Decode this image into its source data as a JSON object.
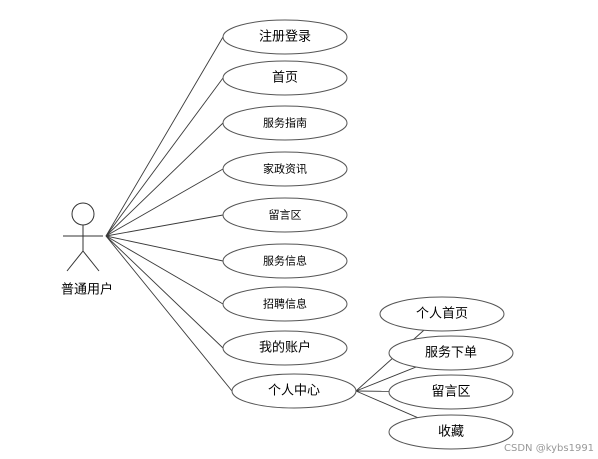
{
  "actor": {
    "label": "普通用户"
  },
  "use_cases": [
    {
      "id": "register-login",
      "label": "注册登录"
    },
    {
      "id": "home",
      "label": "首页"
    },
    {
      "id": "service-guide",
      "label": "服务指南"
    },
    {
      "id": "housekeeping-news",
      "label": "家政资讯"
    },
    {
      "id": "message-board",
      "label": "留言区"
    },
    {
      "id": "service-info",
      "label": "服务信息"
    },
    {
      "id": "recruitment-info",
      "label": "招聘信息"
    },
    {
      "id": "my-account",
      "label": "我的账户"
    },
    {
      "id": "personal-center",
      "label": "个人中心"
    }
  ],
  "sub_use_cases": [
    {
      "id": "personal-home",
      "label": "个人首页"
    },
    {
      "id": "place-order",
      "label": "服务下单"
    },
    {
      "id": "sub-message-board",
      "label": "留言区"
    },
    {
      "id": "favorites",
      "label": "收藏"
    }
  ],
  "watermark": "CSDN @kybs1991"
}
